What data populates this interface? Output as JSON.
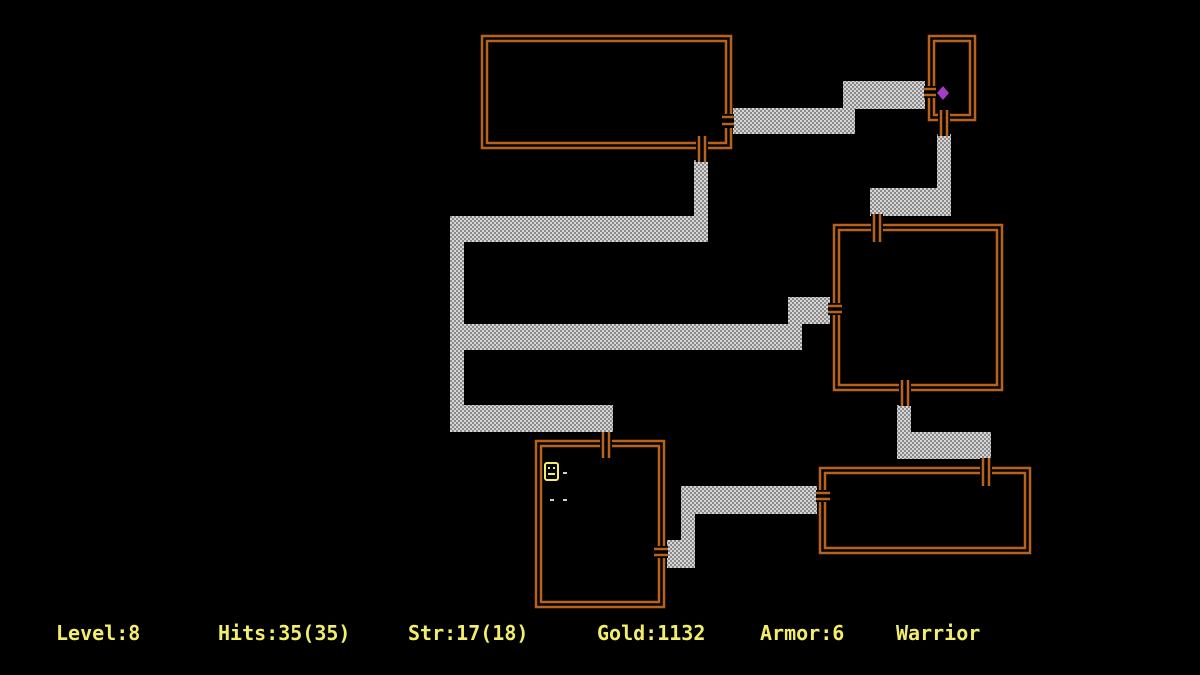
{
  "game": {
    "title": ""
  },
  "colors": {
    "background": "#000000",
    "wall": "#b8621a",
    "corridor": "#bdbdbd",
    "status_text": "#f2ee6a",
    "player": "#f2ee6a",
    "gem": "#a43cc4"
  },
  "status": {
    "level": "Level:8",
    "hits": "Hits:35(35)",
    "str": "Str:17(18)",
    "gold": "Gold:1132",
    "armor": "Armor:6",
    "class": "Warrior"
  },
  "entities": {
    "player_icon": "smiley-icon",
    "item_icon": "amulet-gem-icon"
  }
}
